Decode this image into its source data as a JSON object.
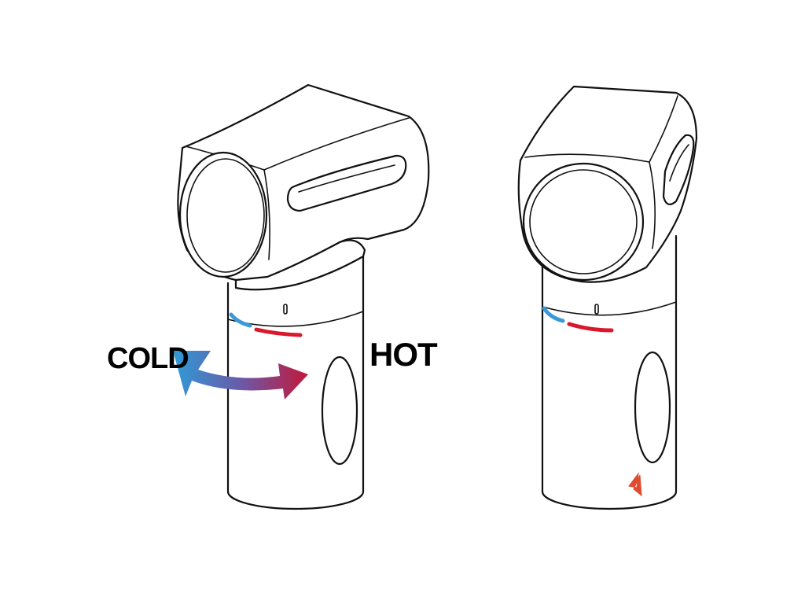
{
  "labels": {
    "cold": "COLD",
    "hot": "HOT"
  },
  "colors": {
    "cold": "#3a9ad9",
    "hot": "#d9182b",
    "arrow_start": "#2f9bd6",
    "arrow_end": "#c2183a",
    "logo": "#e04a2f",
    "outline": "#111111"
  },
  "icons": {
    "direction_arrow": "double-headed-curved-arrow",
    "logo": "brand-logo-mark"
  }
}
